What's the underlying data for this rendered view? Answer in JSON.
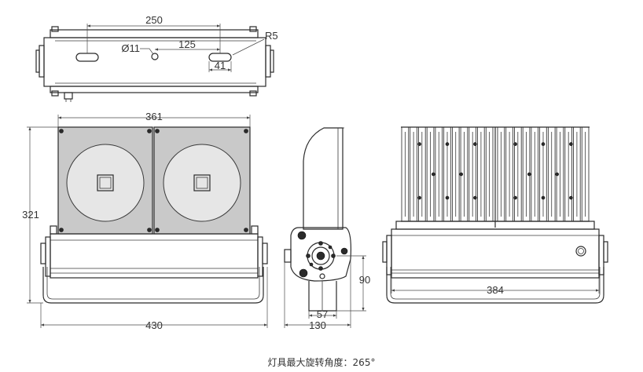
{
  "top_view": {
    "dim_overall": "250",
    "dim_hole": "Ø11",
    "dim_spacing": "125",
    "dim_slot": "41",
    "dim_radius": "R5"
  },
  "front_view": {
    "dim_width_top": "361",
    "dim_height": "321",
    "dim_width_bottom": "430"
  },
  "side_view": {
    "dim_height": "90",
    "dim_base": "57",
    "dim_depth": "130"
  },
  "rear_view": {
    "dim_width": "384"
  },
  "caption": "灯具最大旋转角度：265°"
}
